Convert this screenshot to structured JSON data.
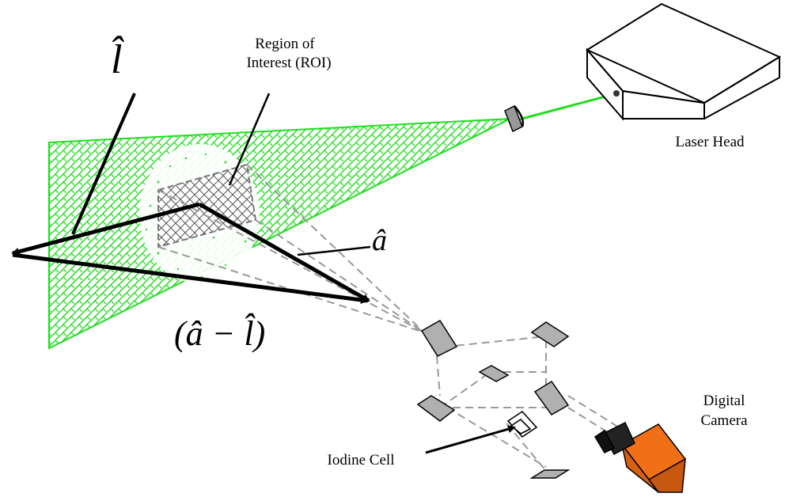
{
  "labels": {
    "roi_line1": "Region of",
    "roi_line2": "Interest (ROI)",
    "laser_head": "Laser Head",
    "camera_line1": "Digital",
    "camera_line2": "Camera",
    "iodine_cell": "Iodine Cell"
  },
  "vectors": {
    "l_hat": "l̂",
    "a_hat": "â",
    "difference": "(â − l̂)"
  },
  "colors": {
    "laser_green": "#22dd22",
    "sheet_green": "#33e033",
    "camera_orange": "#f07018",
    "mirror_gray": "#b0b0b0",
    "ray_gray": "#999999"
  }
}
